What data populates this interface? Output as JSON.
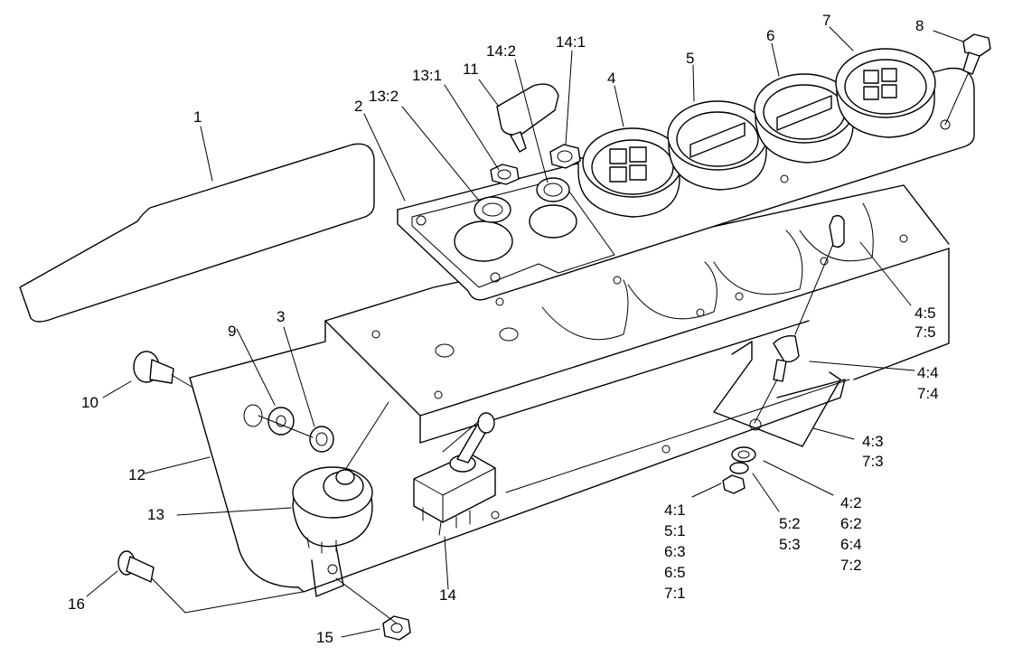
{
  "labels": {
    "c1": "1",
    "c2": "2",
    "c3": "3",
    "c4": "4",
    "c5": "5",
    "c6": "6",
    "c7": "7",
    "c8": "8",
    "c9": "9",
    "c10": "10",
    "c11": "11",
    "c12": "12",
    "c13": "13",
    "c14": "14",
    "c15": "15",
    "c16": "16",
    "c13_1": "13:1",
    "c13_2": "13:2",
    "c14_1": "14:1",
    "c14_2": "14:2",
    "g45": [
      "4:5",
      "7:5"
    ],
    "g44": [
      "4:4",
      "7:4"
    ],
    "g43": [
      "4:3",
      "7:3"
    ],
    "g42": [
      "4:2",
      "6:2",
      "6:4",
      "7:2"
    ],
    "g52": [
      "5:2",
      "5:3"
    ],
    "g41": [
      "4:1",
      "5:1",
      "6:3",
      "6:5",
      "7:1"
    ]
  }
}
